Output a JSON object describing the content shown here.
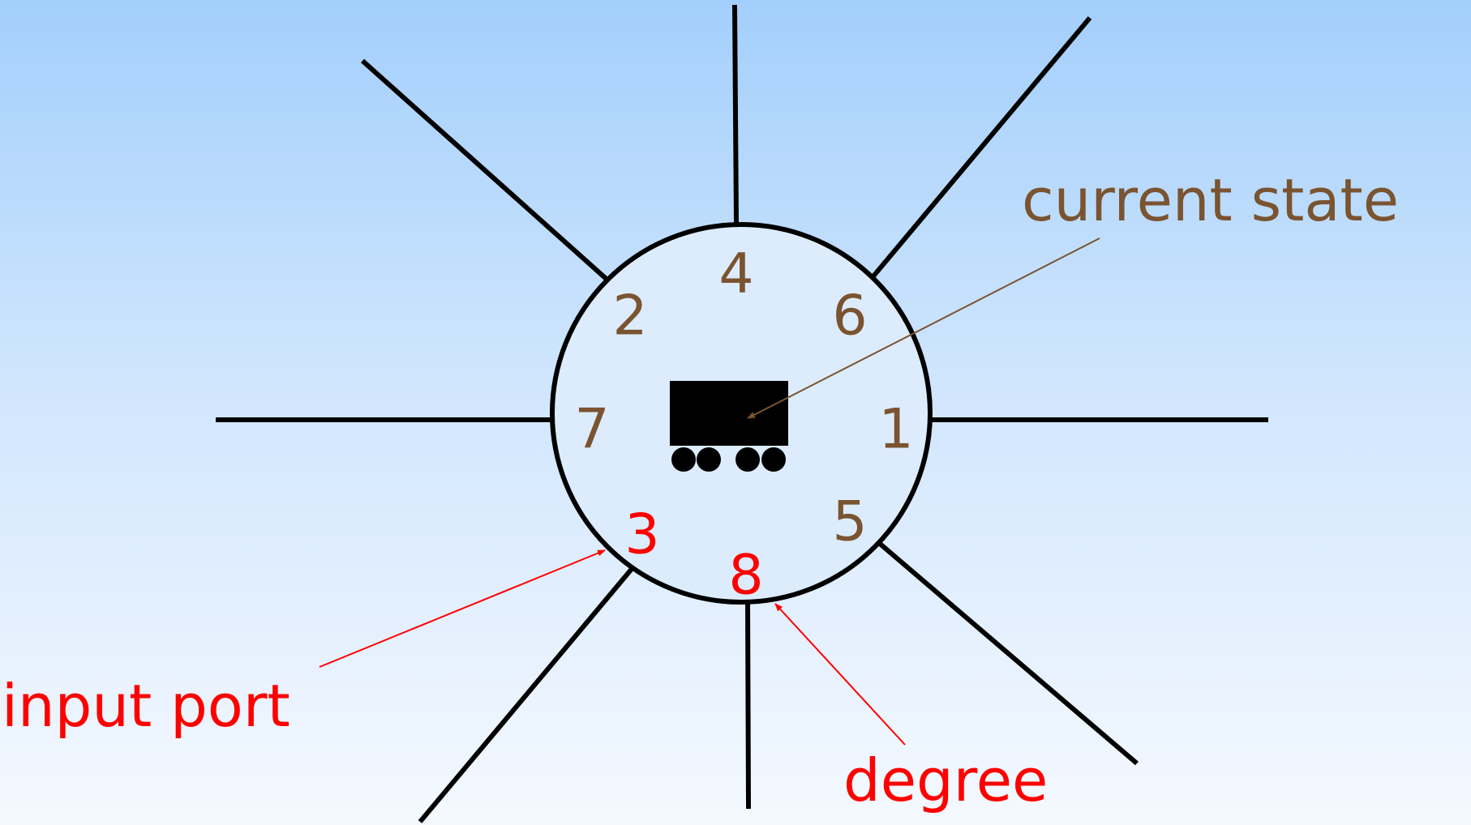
{
  "diagram": {
    "port_numbers": [
      {
        "label": "4",
        "color": "#7a5430"
      },
      {
        "label": "2",
        "color": "#7a5430"
      },
      {
        "label": "6",
        "color": "#7a5430"
      },
      {
        "label": "7",
        "color": "#7a5430"
      },
      {
        "label": "1",
        "color": "#7a5430"
      },
      {
        "label": "5",
        "color": "#7a5430"
      },
      {
        "label": "3",
        "color": "#ff0000"
      },
      {
        "label": "8",
        "color": "#ff0000"
      }
    ],
    "callouts": {
      "current_state": {
        "text": "current state",
        "color": "#7a5430"
      },
      "input_port": {
        "text": "input port",
        "color": "#ff0000"
      },
      "degree": {
        "text": "degree",
        "color": "#ff0000"
      }
    },
    "colors": {
      "edge": "#000000",
      "node_fill": "#dcecfd",
      "state_block": "#000000"
    }
  }
}
